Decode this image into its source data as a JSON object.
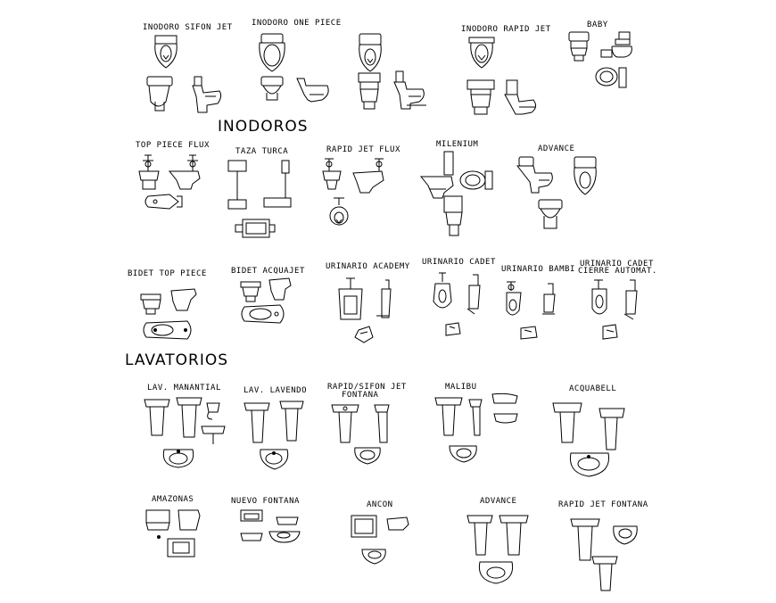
{
  "sections": {
    "inodoros": "INODOROS",
    "lavatorios": "LAVATORIOS"
  },
  "fixtures": {
    "inodoro_sifon_jet": "INODORO SIFON JET",
    "inodoro_one_piece": "INODORO ONE PIECE",
    "inodoro_rapid_jet": "INODORO RAPID JET",
    "baby": "BABY",
    "top_piece_flux": "TOP PIECE FLUX",
    "taza_turca": "TAZA TURCA",
    "rapid_jet_flux": "RAPID JET FLUX",
    "milenium": "MILENIUM",
    "advance_inodoro": "ADVANCE",
    "bidet_top_piece": "BIDET TOP PIECE",
    "bidet_acquajet": "BIDET ACQUAJET",
    "urinario_academy": "URINARIO ACADEMY",
    "urinario_cadet": "URINARIO CADET",
    "urinario_bambi": "URINARIO BAMBI",
    "urinario_cadet_cierre_line1": "URINARIO CADET",
    "urinario_cadet_cierre_line2": "CIERRE AUTOMAT.",
    "lav_manantial": "LAV. MANANTIAL",
    "lav_lavendo": "LAV. LAVENDO",
    "rapid_sifon_jet_fontana_line1": "RAPID/SIFON JET",
    "rapid_sifon_jet_fontana_line2": "FONTANA",
    "malibu": "MALIBU",
    "acquabell": "ACQUABELL",
    "amazonas": "AMAZONAS",
    "nuevo_fontana": "NUEVO FONTANA",
    "ancon": "ANCON",
    "advance_lavatorio": "ADVANCE",
    "rapid_jet_fontana": "RAPID JET FONTANA"
  }
}
